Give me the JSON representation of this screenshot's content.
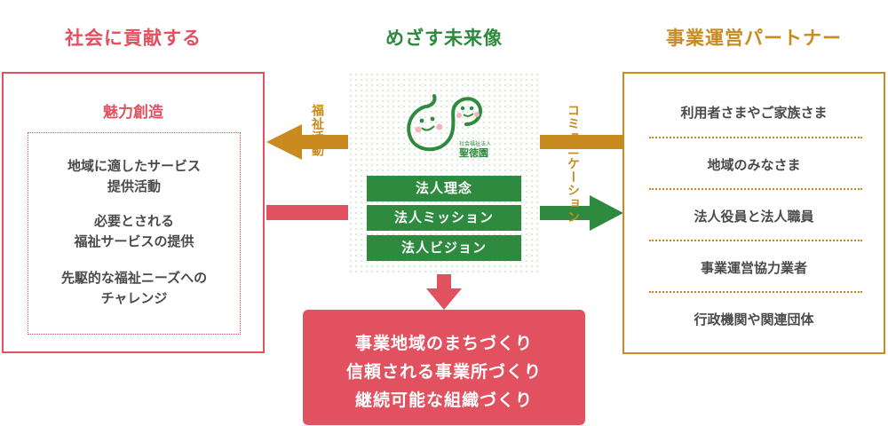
{
  "headings": {
    "left": "社会に貢献する",
    "center": "めざす未来像",
    "right": "事業運営パートナー"
  },
  "left_box": {
    "title": "魅力創造",
    "items": [
      {
        "line1": "地域に適したサービス",
        "line2": "提供活動"
      },
      {
        "line1": "必要とされる",
        "line2": "福祉サービスの提供"
      },
      {
        "line1": "先駆的な福祉ニーズへの",
        "line2": "チャレンジ"
      }
    ]
  },
  "center": {
    "logo_small": "社会福祉法人",
    "logo_name": "聖徳園",
    "buttons": [
      "法人理念",
      "法人ミッション",
      "法人ビジョン"
    ]
  },
  "connectors": {
    "left_label": "福祉活動",
    "right_label": "コミュニケーション"
  },
  "right_box": {
    "items": [
      "利用者さまやご家族さま",
      "地域のみなさま",
      "法人役員と法人職員",
      "事業運営協力業者",
      "行政機関や関連団体"
    ]
  },
  "bottom": {
    "lines": [
      "事業地域のまちづくり",
      "信頼される事業所づくり",
      "継続可能な組織づくり"
    ]
  },
  "colors": {
    "red": "#e2515f",
    "green": "#2e8a3e",
    "gold": "#c98a1f"
  }
}
